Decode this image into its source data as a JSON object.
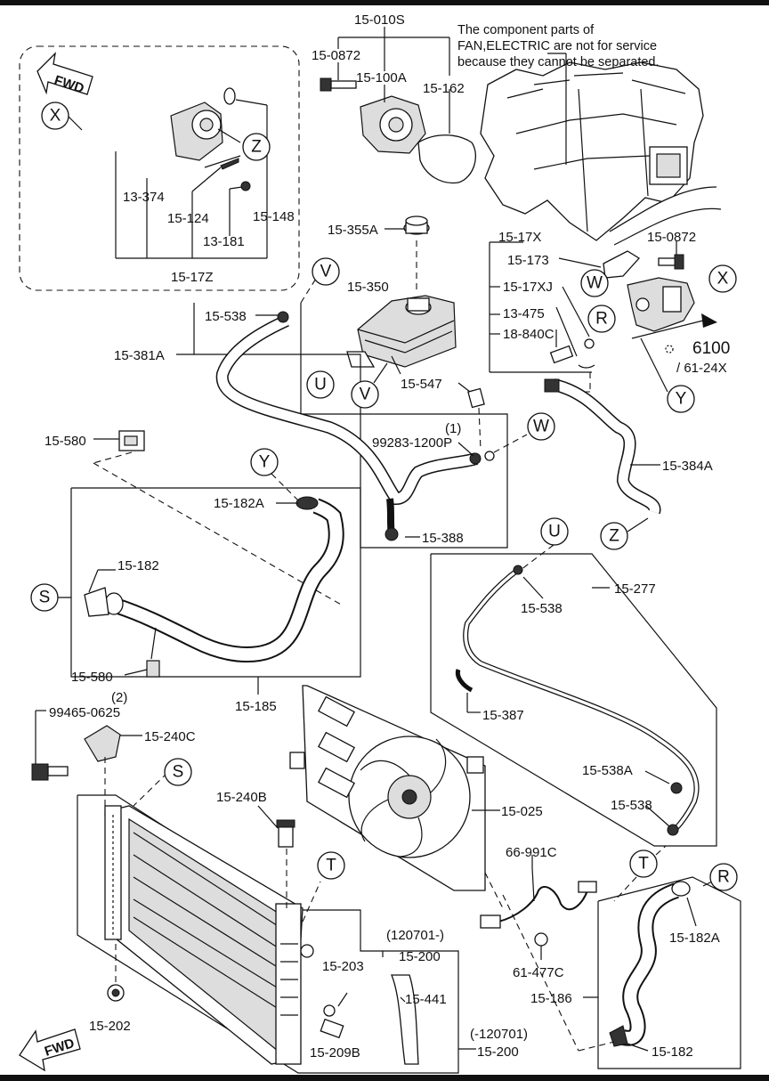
{
  "note": [
    "The component parts of",
    "FAN,ELECTRIC are not for service",
    "because they cannot be separated."
  ],
  "fwd_label": "FWD",
  "ref_codes": {
    "main": "6100",
    "sub": "/ 61-24X"
  },
  "callouts": {
    "X1": "X",
    "X2": "X",
    "Z1": "Z",
    "Z2": "Z",
    "V1": "V",
    "V2": "V",
    "U1": "U",
    "U2": "U",
    "W1": "W",
    "W2": "W",
    "R1": "R",
    "R2": "R",
    "Y1": "Y",
    "Y2": "Y",
    "S1": "S",
    "S2": "S",
    "T1": "T",
    "T2": "T"
  },
  "labels": {
    "p15_010S": "15-010S",
    "p15_0872a": "15-0872",
    "p15_100A": "15-100A",
    "p15_162": "15-162",
    "p13_374": "13-374",
    "p15_124": "15-124",
    "p13_181": "13-181",
    "p15_148": "15-148",
    "p15_17Z": "15-17Z",
    "p15_355A": "15-355A",
    "p15_350": "15-350",
    "p15_17X": "15-17X",
    "p15_0872b": "15-0872",
    "p15_173": "15-173",
    "p15_17XJ": "15-17XJ",
    "p13_475": "13-475",
    "p18_840C": "18-840C",
    "p15_538a": "15-538",
    "p15_381A": "15-381A",
    "p15_547": "15-547",
    "qty1": "(1)",
    "p99283": "99283-1200P",
    "p15_580a": "15-580",
    "p15_384A": "15-384A",
    "p15_182A_a": "15-182A",
    "p15_388": "15-388",
    "p15_182a": "15-182",
    "p15_277": "15-277",
    "p15_538b": "15-538",
    "p15_580b": "15-580",
    "p15_185": "15-185",
    "qty2": "(2)",
    "p99465": "99465-0625",
    "p15_240C": "15-240C",
    "p15_387": "15-387",
    "p15_538A": "15-538A",
    "p15_538c": "15-538",
    "p15_025": "15-025",
    "p15_240B": "15-240B",
    "p66_991C": "66-991C",
    "date_from": "(120701-)",
    "p15_200a": "15-200",
    "p15_203": "15-203",
    "p15_441": "15-441",
    "p15_209B": "15-209B",
    "date_to": "(-120701)",
    "p15_200b": "15-200",
    "p15_202": "15-202",
    "p61_477C": "61-477C",
    "p15_182A_b": "15-182A",
    "p15_186": "15-186",
    "p15_182b": "15-182"
  }
}
